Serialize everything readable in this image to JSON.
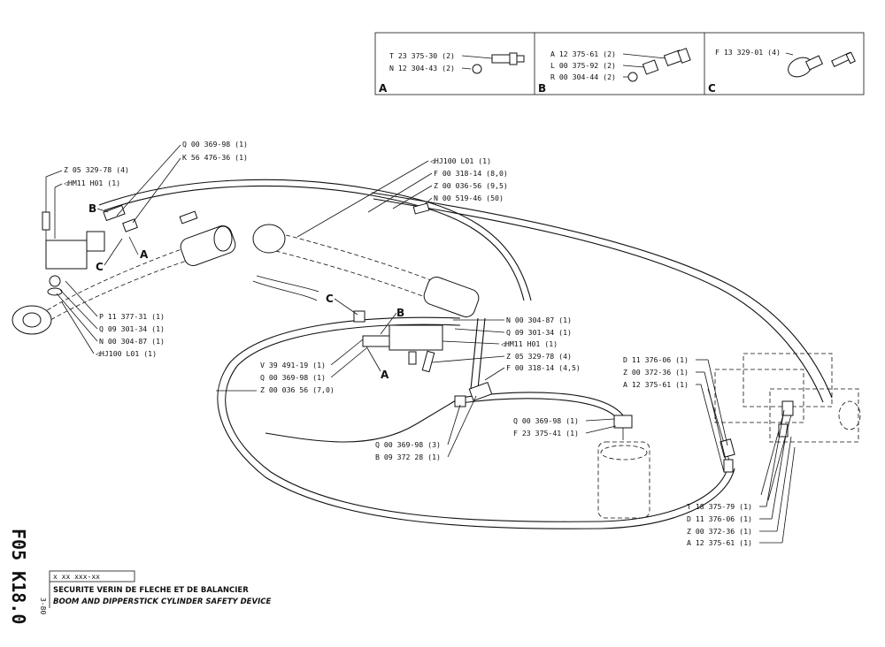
{
  "drawing": {
    "ref_code": "F05 K18.0",
    "date_code": "3-80",
    "part_number_box": "x xx xxx-xx",
    "title_fr": "SECURITE VERIN DE FLECHE ET DE BALANCIER",
    "title_en": "BOOM AND DIPPERSTICK CYLINDER SAFETY DEVICE"
  },
  "detail_boxes": [
    {
      "letter": "A",
      "parts": [
        "T 23 375-30 (2)",
        "N 12 304-43 (2)"
      ]
    },
    {
      "letter": "B",
      "parts": [
        "A 12 375-61 (2)",
        "L 00 375-92 (2)",
        "R 00 304-44 (2)"
      ]
    },
    {
      "letter": "C",
      "parts": [
        "F 13 329-01 (4)"
      ]
    }
  ],
  "callouts": {
    "left_top": [
      "Q 00 369-98 (1)",
      "K 56 476-36 (1)"
    ],
    "left_block": [
      "Z 05 329-78 (4)",
      "◁HM11 H01 (1)"
    ],
    "left_bottom": [
      "P 11 377-31 (1)",
      "Q 09 301-34 (1)",
      "N 00 304-87 (1)",
      "◁HJ100 L01 (1)"
    ],
    "top_center": [
      "◁HJ100 L01 (1)",
      "F 00 318-14 (8,0)",
      "Z 00 036-56 (9,5)",
      "N 00 519-46 (50)"
    ],
    "center_right": [
      "N 00 304-87 (1)",
      "Q 09 301-34 (1)",
      "◁HM11 H01 (1)",
      "Z 05 329-78 (4)",
      "F 00 318-14 (4,5)"
    ],
    "center_left": [
      "V 39 491-19 (1)",
      "Q 00 369-98 (1)",
      "Z 00 036 56 (7,0)"
    ],
    "tank": [
      "Q 00 369-98 (1)",
      "F 23 375-41 (1)"
    ],
    "tee": [
      "Q 00 369-98 (3)",
      "B 09 372 28 (1)"
    ],
    "right_top": [
      "D 11 376-06 (1)",
      "Z 00 372-36 (1)",
      "A 12 375-61 (1)"
    ],
    "right_bottom": [
      "T 18 375-79 (1)",
      "D 11 376-06 (1)",
      "Z 00 372-36 (1)",
      "A 12 375-61 (1)"
    ]
  },
  "markers": [
    "B",
    "C",
    "A",
    "C",
    "B",
    "A"
  ]
}
